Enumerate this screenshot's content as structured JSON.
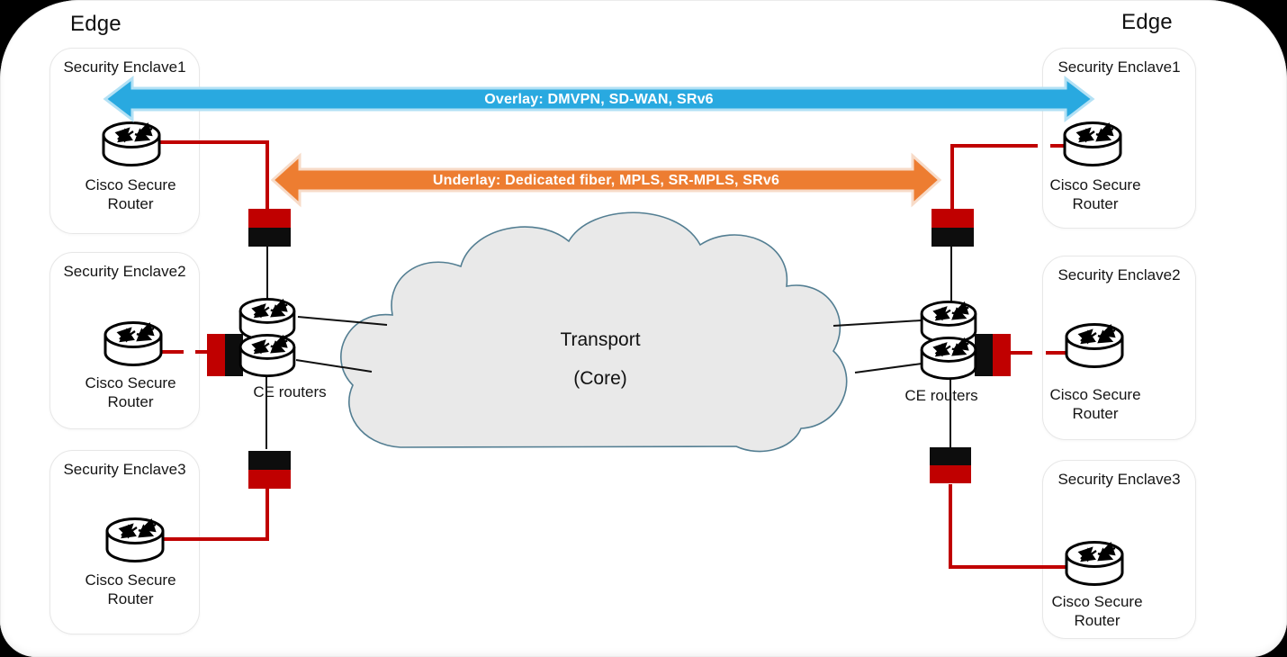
{
  "diagram": {
    "edge_left": "Edge",
    "edge_right": "Edge",
    "overlay_arrow": {
      "label": "Overlay: DMVPN, SD-WAN, SRv6",
      "color": "#29A9E0",
      "outline": "#B3E1F5",
      "text_color": "#FFFFFF"
    },
    "underlay_arrow": {
      "label": "Underlay: Dedicated fiber, MPLS, SR-MPLS, SRv6",
      "color": "#ED7D31",
      "outline": "#F7DBC8",
      "text_color": "#FFFFFF"
    },
    "cloud": {
      "title": "Transport",
      "subtitle": "(Core)",
      "fill": "#E9E9E9",
      "stroke": "#537E92"
    },
    "left": {
      "enclaves": [
        {
          "title": "Security Enclave1",
          "router": "Cisco Secure Router"
        },
        {
          "title": "Security Enclave2",
          "router": "Cisco Secure Router"
        },
        {
          "title": "Security Enclave3",
          "router": "Cisco Secure Router"
        }
      ],
      "ce_label": "CE routers"
    },
    "right": {
      "enclaves": [
        {
          "title": "Security Enclave1",
          "router": "Cisco Secure Router"
        },
        {
          "title": "Security Enclave2",
          "router": "Cisco Secure Router"
        },
        {
          "title": "Security Enclave3",
          "router": "Cisco Secure Router"
        }
      ],
      "ce_label": "CE routers"
    },
    "colors": {
      "encryptor_red": "#C00000",
      "encryptor_black": "#0D0D0D",
      "link_red": "#C00000",
      "link_black": "#111111"
    }
  }
}
